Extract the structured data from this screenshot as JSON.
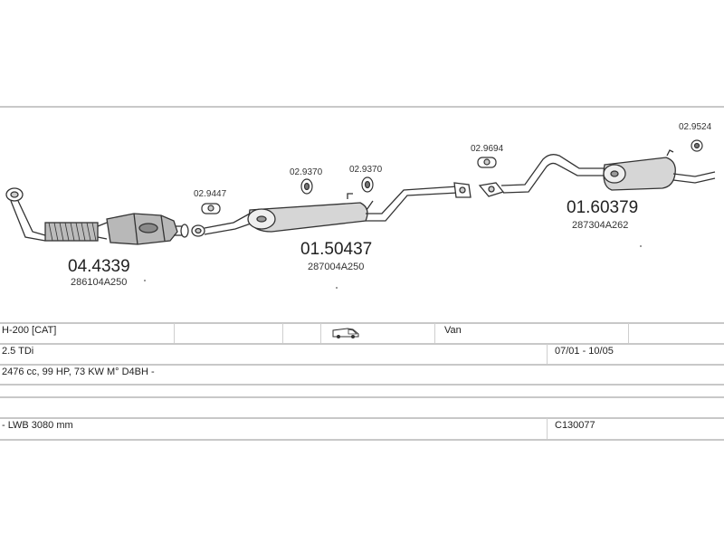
{
  "parts": {
    "front_pipe": {
      "number": "04.4339",
      "oe": "286104A250"
    },
    "middle_silencer": {
      "number": "01.50437",
      "oe": "287004A250"
    },
    "rear_silencer": {
      "number": "01.60379",
      "oe": "287304A262"
    }
  },
  "clamps": {
    "c1": "02.9447",
    "c2": "02.9370",
    "c3": "02.9370",
    "c4": "02.9694",
    "c5": "02.9524"
  },
  "specs": {
    "model": "H-200  [CAT]",
    "body_type": "Van",
    "engine": "2.5 TDi",
    "date_range": "07/01 - 10/05",
    "engine_details": "2476 cc, 99 HP, 73 KW  M° D4BH -",
    "wheelbase": "- LWB 3080 mm",
    "catalog_code": "C130077"
  },
  "icons": {
    "van": "van-icon"
  },
  "colors": {
    "line": "#c8c8c8",
    "ink": "#222222"
  }
}
